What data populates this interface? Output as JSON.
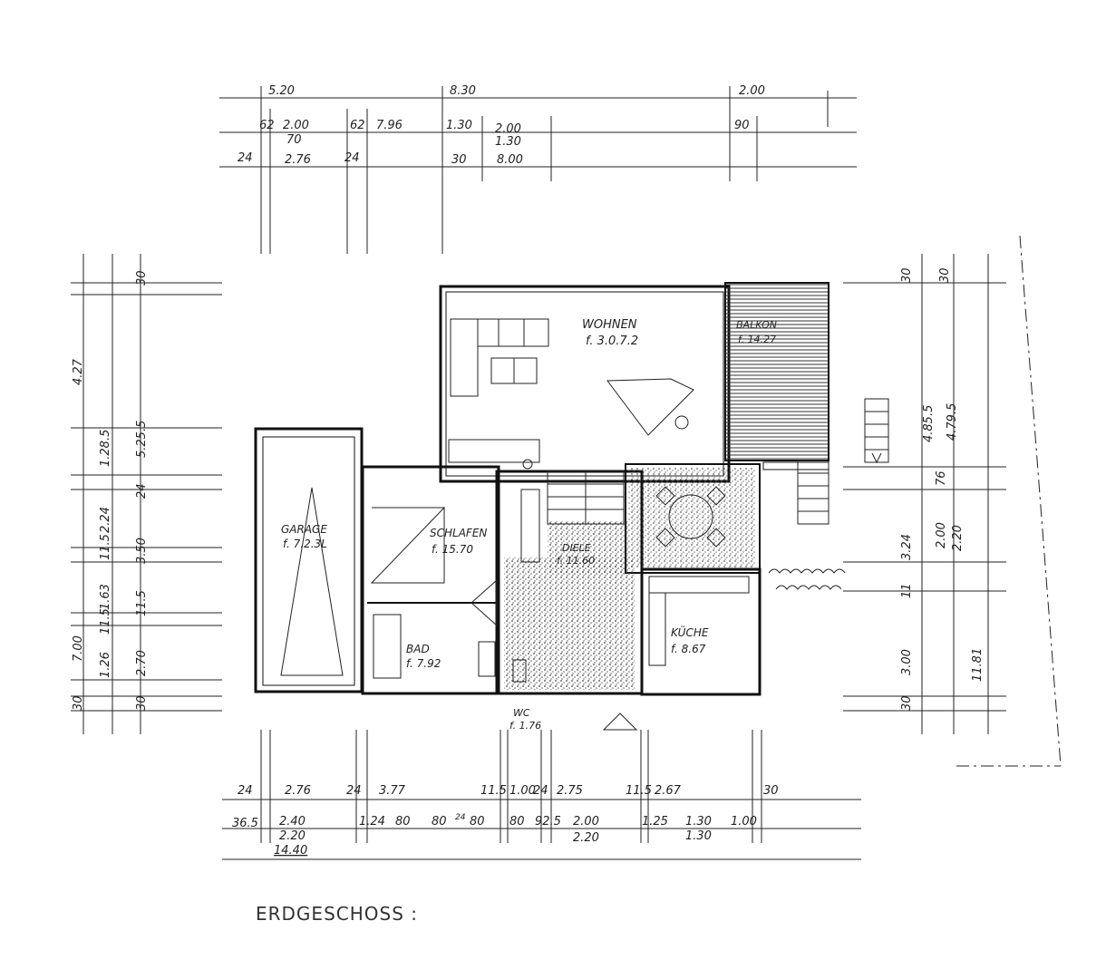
{
  "title": "ERDGESCHOSS :",
  "dims_top": {
    "row1": [
      "5.20",
      "8.30",
      "2.00"
    ],
    "row2": [
      "62",
      "2.00",
      "70",
      "62",
      "7.96",
      "1.30",
      "2.00",
      "1.30",
      "90"
    ],
    "row3": [
      "24",
      "2.76",
      "24",
      "30",
      "8.00"
    ]
  },
  "dims_bottom": {
    "row1": [
      "24",
      "2.76",
      "24",
      "3.77",
      "11.5",
      "1.00",
      "24",
      "2.75",
      "11.5",
      "2.67",
      "30"
    ],
    "row2": [
      "36.5",
      "2.40",
      "2.20",
      "1.24",
      "80",
      "80",
      "24",
      "80",
      "80",
      "92.5",
      "2.00",
      "2.20",
      "1.25",
      "1.30",
      "1.30",
      "1.00"
    ],
    "total": "14.40"
  },
  "dims_left": [
    "4.27",
    "30",
    "1.28.5",
    "5.25.5",
    "24",
    "2.24",
    "11.5",
    "3.50",
    "1.63",
    "11.5",
    "11.5",
    "7.00",
    "1.26",
    "2.70",
    "30",
    "30"
  ],
  "dims_right": [
    "30",
    "30",
    "4.85.5",
    "4.79.5",
    "76",
    "3.24",
    "2.00",
    "2.20",
    "11",
    "3.00",
    "11.81",
    "30"
  ],
  "rooms": {
    "wohnen": [
      "WOHNEN",
      "f. 3.0.7.2"
    ],
    "balkon": [
      "BALKON",
      "f. 14.27"
    ],
    "garage": [
      "GARAGE",
      "f. 7.2.3L"
    ],
    "schlafen": [
      "SCHLAFEN",
      "f. 15.70"
    ],
    "diele": [
      "DIELE",
      "f. 11.60"
    ],
    "kueche": [
      "KÜCHE",
      "f. 8.67"
    ],
    "bad": [
      "BAD",
      "f. 7.92"
    ],
    "wc": [
      "WC",
      "f. 1.76"
    ]
  },
  "colors": {
    "paper": "#ffffff",
    "ink": "#222222",
    "hatch": "#555555"
  }
}
